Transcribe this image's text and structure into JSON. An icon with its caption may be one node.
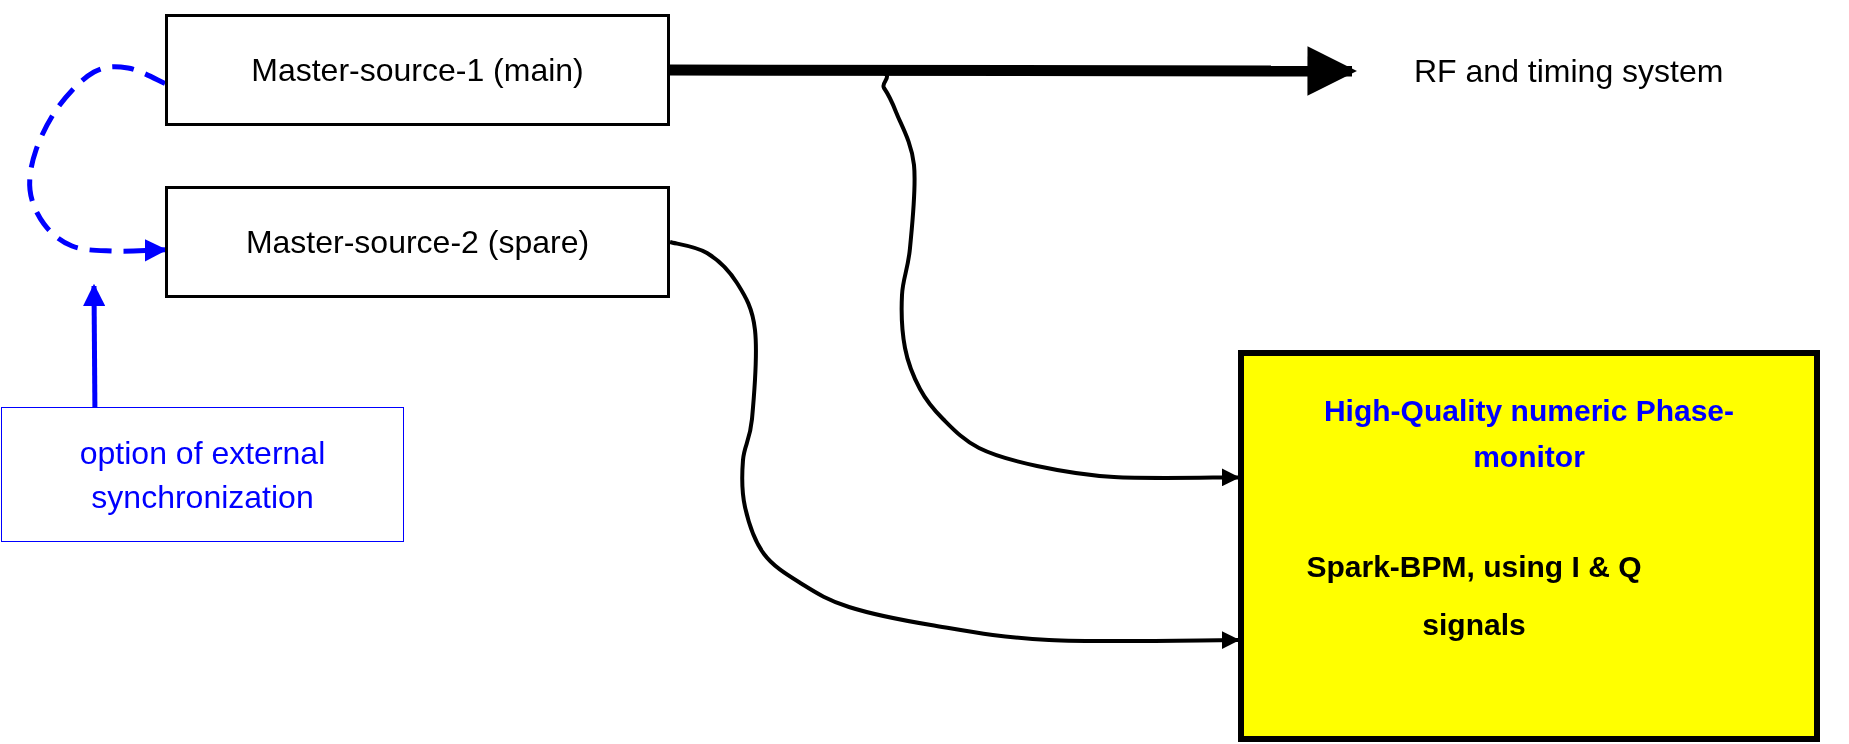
{
  "diagram": {
    "nodes": [
      {
        "text": [
          "Master-source-1 (main)"
        ]
      },
      {
        "text": [
          "Master-source-2 (spare)"
        ]
      },
      {
        "text": [
          "RF and timing system"
        ]
      },
      {
        "text": [
          "High-Quality numeric Phase-monitor",
          "Spark-BPM, using I & Q signals"
        ]
      },
      {
        "text": [
          "option of external synchronization"
        ]
      }
    ],
    "edges": [
      {
        "from": 0,
        "to": 2,
        "arrow": "to",
        "style": "thick"
      },
      {
        "from": 0,
        "to": 3,
        "arrow": "to"
      },
      {
        "from": 1,
        "to": 3,
        "arrow": "to"
      },
      {
        "from": 0,
        "to": 1,
        "arrow": "to",
        "style": "dashed",
        "color": "#0000ff"
      },
      {
        "from": 4,
        "to": null,
        "arrow": "to",
        "color": "#0000ff"
      }
    ]
  }
}
